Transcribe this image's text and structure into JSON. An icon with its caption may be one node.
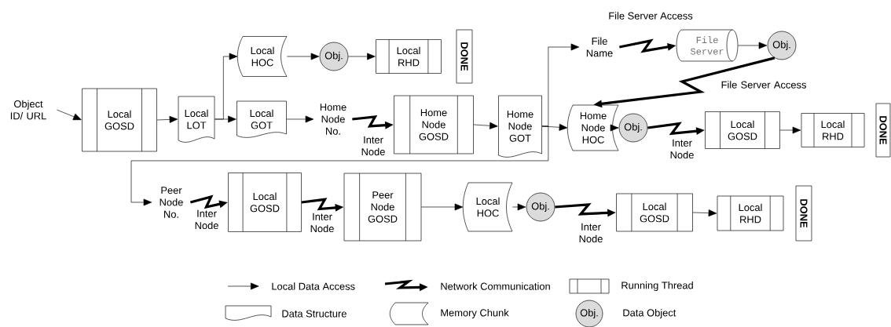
{
  "diagram": {
    "nodes": [
      {
        "text": [
          "Object ID/ URL"
        ]
      },
      {
        "text": [
          "Local GOSD"
        ]
      },
      {
        "text": [
          "Local LOT"
        ]
      },
      {
        "text": [
          "Local HOC"
        ]
      },
      {
        "text": [
          "Obj."
        ]
      },
      {
        "text": [
          "Local RHD"
        ]
      },
      {
        "text": [
          "DONE"
        ]
      },
      {
        "text": [
          "Local GOT"
        ]
      },
      {
        "text": [
          "Home Node No."
        ]
      },
      {
        "text": [
          "Home Node GOSD"
        ]
      },
      {
        "text": [
          "Home Node GOT"
        ]
      },
      {
        "text": [
          "File Name"
        ]
      },
      {
        "text": [
          "File Server"
        ]
      },
      {
        "text": [
          "Obj."
        ]
      },
      {
        "text": [
          "Home Node HOC"
        ]
      },
      {
        "text": [
          "Obj."
        ]
      },
      {
        "text": [
          "Local GOSD"
        ]
      },
      {
        "text": [
          "Local RHD"
        ]
      },
      {
        "text": [
          "DONE"
        ]
      },
      {
        "text": [
          "Peer Node No."
        ]
      },
      {
        "text": [
          "Local GOSD"
        ]
      },
      {
        "text": [
          "Peer Node GOSD"
        ]
      },
      {
        "text": [
          "Local HOC"
        ]
      },
      {
        "text": [
          "Obj."
        ]
      },
      {
        "text": [
          "Local GOSD"
        ]
      },
      {
        "text": [
          "Local RHD"
        ]
      },
      {
        "text": [
          "DONE"
        ]
      }
    ],
    "edges": [
      {
        "from": 0,
        "to": 1,
        "arrow": "to"
      },
      {
        "from": 1,
        "to": 2,
        "arrow": "to"
      },
      {
        "from": 2,
        "to": 3,
        "arrow": "to"
      },
      {
        "from": 2,
        "to": 7,
        "arrow": "to"
      },
      {
        "from": 3,
        "to": 4,
        "arrow": "to"
      },
      {
        "from": 4,
        "to": 5,
        "arrow": "to"
      },
      {
        "from": 7,
        "to": 8,
        "arrow": "to"
      },
      {
        "from": 8,
        "to": 9,
        "arrow": "to",
        "style": "thick",
        "label": "Inter Node"
      },
      {
        "from": 9,
        "to": 10,
        "arrow": "to"
      },
      {
        "from": 10,
        "to": 11,
        "arrow": "to"
      },
      {
        "from": 10,
        "to": 14,
        "arrow": "to"
      },
      {
        "from": 10,
        "to": 19,
        "arrow": "to"
      },
      {
        "from": 11,
        "to": 12,
        "arrow": "to",
        "style": "thick"
      },
      {
        "from": 12,
        "to": 13,
        "arrow": "to"
      },
      {
        "from": 13,
        "to": 14,
        "arrow": "to",
        "style": "thick",
        "label": "File Server Access"
      },
      {
        "from": 14,
        "to": 15,
        "arrow": "to"
      },
      {
        "from": 15,
        "to": 16,
        "arrow": "to",
        "style": "thick",
        "label": "Inter Node"
      },
      {
        "from": 16,
        "to": 17,
        "arrow": "to"
      },
      {
        "from": 19,
        "to": 20,
        "arrow": "to",
        "style": "thick",
        "label": "Inter Node"
      },
      {
        "from": 20,
        "to": 21,
        "arrow": "to",
        "style": "thick",
        "label": "Inter Node"
      },
      {
        "from": 21,
        "to": 22,
        "arrow": "to"
      },
      {
        "from": 22,
        "to": 23,
        "arrow": "to"
      },
      {
        "from": 23,
        "to": 24,
        "arrow": "to",
        "style": "thick",
        "label": "Inter Node"
      },
      {
        "from": 24,
        "to": 25,
        "arrow": "to"
      }
    ],
    "labels": [
      "File Server Access",
      "Obj."
    ],
    "legend": [
      {
        "text": "Local Data Access"
      },
      {
        "text": "Network Communication"
      },
      {
        "text": "Running Thread"
      },
      {
        "text": "Data Structure"
      },
      {
        "text": "Memory Chunk"
      },
      {
        "text": "Data Object"
      }
    ]
  }
}
